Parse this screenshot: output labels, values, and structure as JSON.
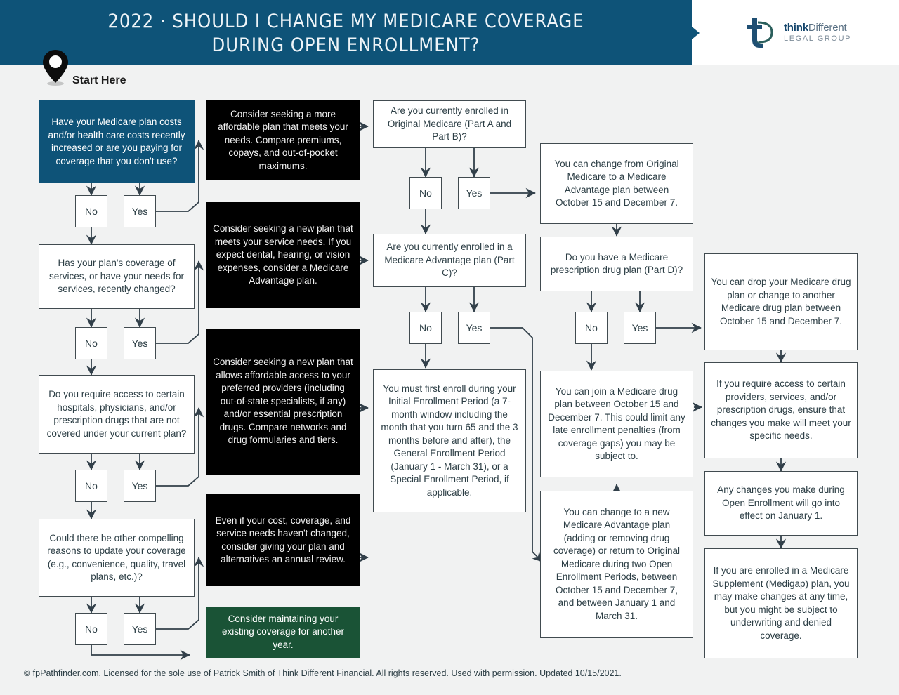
{
  "header": {
    "title_line1": "2022 · SHOULD I CHANGE MY MEDICARE COVERAGE",
    "title_line2": "DURING OPEN ENROLLMENT?",
    "brand_color": "#0e5378",
    "logo": {
      "line1_bold": "think",
      "line1_light": "Different",
      "line2": "LEGAL GROUP"
    }
  },
  "start": {
    "label": "Start Here"
  },
  "colors": {
    "blue": "#0e5378",
    "black": "#000000",
    "green": "#1a5336",
    "white": "#ffffff",
    "page_bg": "#f1f2f2",
    "stroke": "#414b50"
  },
  "choices": {
    "no": "No",
    "yes": "Yes"
  },
  "column1": {
    "q1": "Have your Medicare plan costs and/or health care costs recently increased or are you paying for coverage that you don't use?",
    "q2": "Has your plan's coverage of services, or have your needs for services, recently changed?",
    "q3": "Do you require access to certain hospitals, physicians, and/or prescription drugs that are not covered under your current plan?",
    "q4": "Could there be other compelling reasons to update your coverage (e.g., convenience, quality, travel plans, etc.)?"
  },
  "column2": {
    "a1": "Consider seeking a more affordable plan that meets your needs. Compare premiums, copays, and out-of-pocket maximums.",
    "a2": "Consider seeking a new plan that meets your service needs. If you expect dental, hearing, or vision expenses, consider a Medicare Advantage plan.",
    "a3": "Consider seeking a new plan that allows affordable access to your preferred providers (including out-of-state specialists, if any) and/or essential prescription drugs. Compare networks and drug formularies and tiers.",
    "a4": "Even if your cost, coverage, and service needs haven't changed, consider giving your plan and alternatives an annual review.",
    "a5": "Consider maintaining your existing coverage for another year."
  },
  "column3": {
    "q5": "Are you currently enrolled in Original Medicare (Part A and Part B)?",
    "q6": "Are you currently enrolled in a Medicare Advantage plan (Part C)?",
    "a6": "You must first enroll during your Initial Enrollment Period (a 7-month window including the month that you turn 65 and the 3 months before and after), the General Enrollment Period (January 1 - March 31), or a Special Enrollment Period, if applicable."
  },
  "column4": {
    "a7": "You can change from Original Medicare to a Medicare Advantage plan between October 15 and December 7.",
    "q7": "Do you have a Medicare prescription drug plan (Part D)?",
    "a8": "You can join a Medicare drug plan between October 15 and December 7. This could limit any late enrollment penalties (from coverage gaps) you may be subject to.",
    "a9": "You can change to a new Medicare Advantage plan (adding or removing drug coverage) or return to Original Medicare during two Open Enrollment Periods, between October 15 and December 7, and between January 1 and March 31."
  },
  "column5": {
    "a10": "You can drop your Medicare drug plan or change to another Medicare drug plan between October 15 and December 7.",
    "a11": "If you require access to certain providers, services, and/or prescription drugs, ensure that changes you make will meet your specific needs.",
    "a12": "Any changes you make during Open Enrollment will go into effect on January 1.",
    "a13": "If you are enrolled in a Medicare Supplement (Medigap) plan, you may make changes at any time, but you might be subject to underwriting and denied coverage."
  },
  "footer": {
    "text": "© fpPathfinder.com. Licensed for the sole use of Patrick Smith of Think Different Financial. All rights reserved. Used with permission. Updated 10/15/2021."
  }
}
